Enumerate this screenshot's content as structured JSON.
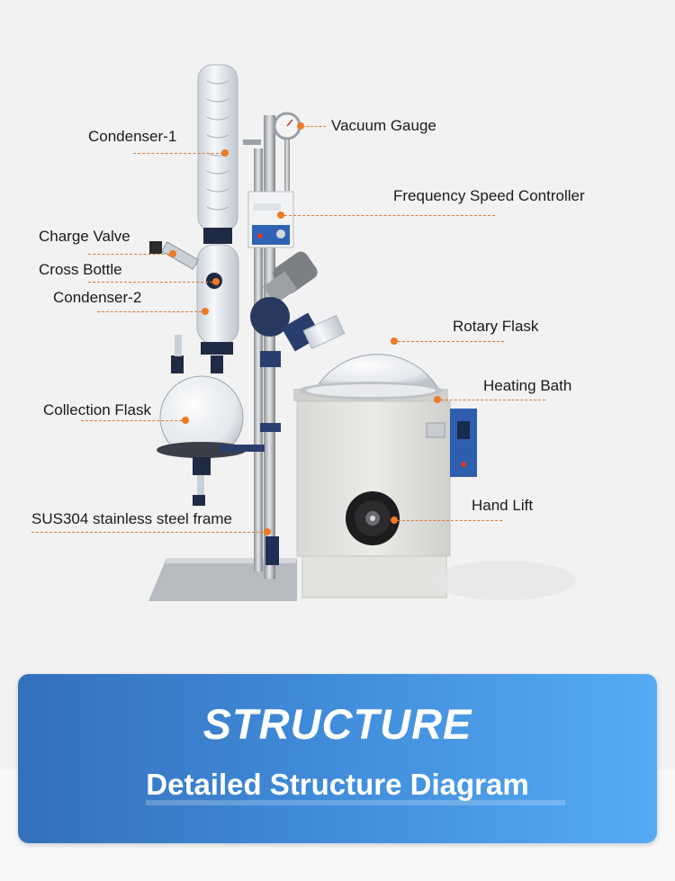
{
  "labels": {
    "condenser_1": "Condenser-1",
    "vacuum_gauge": "Vacuum Gauge",
    "frequency_speed_controller": "Frequency Speed Controller",
    "charge_valve": "Charge Valve",
    "cross_bottle": "Cross Bottle",
    "condenser_2": "Condenser-2",
    "rotary_flask": "Rotary Flask",
    "heating_bath": "Heating Bath",
    "collection_flask": "Collection Flask",
    "hand_lift": "Hand Lift",
    "frame": "SUS304 stainless steel frame"
  },
  "banner": {
    "title": "STRUCTURE",
    "subtitle": "Detailed Structure Diagram"
  },
  "colors": {
    "leader": "#e07a2e",
    "banner_start": "#3470bb",
    "banner_end": "#56abf4"
  }
}
